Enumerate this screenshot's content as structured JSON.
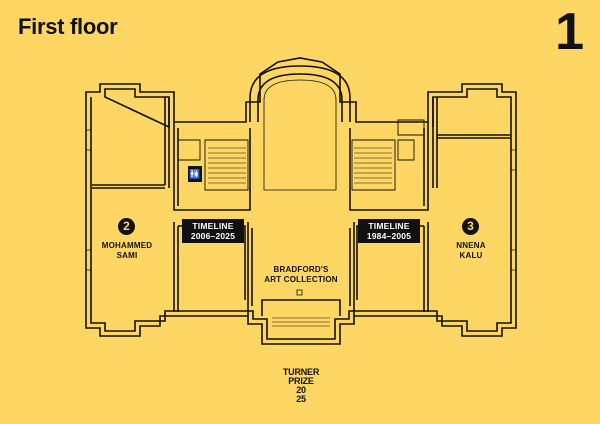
{
  "header": {
    "title": "First floor",
    "floor_number": "1"
  },
  "rooms": {
    "room2": {
      "number": "2",
      "line1": "MOHAMMED",
      "line2": "SAMI"
    },
    "room3": {
      "number": "3",
      "line1": "NNENA",
      "line2": "KALU"
    },
    "center": {
      "line1": "BRADFORD'S",
      "line2": "ART COLLECTION"
    }
  },
  "timelines": {
    "left": {
      "line1": "TIMELINE",
      "line2": "2006–2025"
    },
    "right": {
      "line1": "TIMELINE",
      "line2": "1984–2005"
    }
  },
  "icons": {
    "toilet": "toilet-icon",
    "toilet_glyph": "🚻"
  },
  "logo": {
    "line1": "TURNER",
    "line2": "PRIZE",
    "line3": "20",
    "line4": "25"
  },
  "colors": {
    "background": "#FDD663",
    "ink": "#111111"
  }
}
